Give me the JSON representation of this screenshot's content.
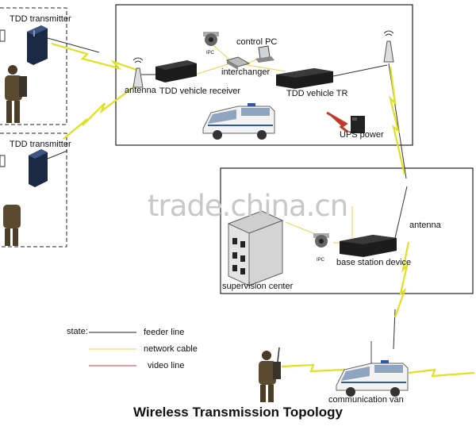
{
  "labels": {
    "tdd_transmitter_1": "TDD transmitter",
    "tdd_transmitter_2": "TDD transmitter",
    "antenna_vehicle": "antenna",
    "ipc_vehicle": "IPC",
    "control_pc": "control PC",
    "interchanger": "interchanger",
    "tdd_vehicle_receiver": "TDD vehicle receiver",
    "tdd_vehicle_tr": "TDD vehicle TR",
    "ups_power": "UPS power",
    "antenna_station": "antenna",
    "ipc_station": "IPC",
    "base_station_device": "base station device",
    "supervision_center": "supervision center",
    "communication_van": "communication van"
  },
  "legend": {
    "state_label": "state:",
    "items": [
      {
        "label": "feeder line",
        "color": "#222222"
      },
      {
        "label": "network cable",
        "color": "#e8d24a"
      },
      {
        "label": "video line",
        "color": "#b8404a"
      }
    ]
  },
  "wireless_link_color": "#e0e020",
  "title": "Wireless Transmission Topology",
  "watermark": "trade.china.cn"
}
